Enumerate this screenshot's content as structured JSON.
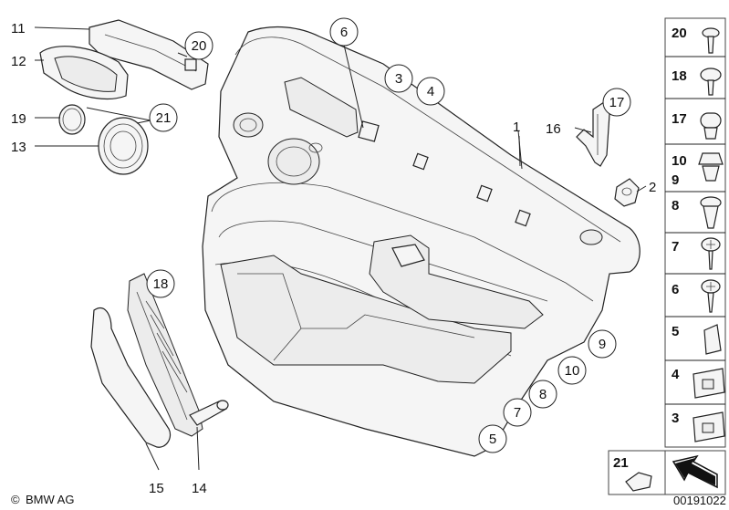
{
  "labels": {
    "l1": "1",
    "l2": "2",
    "l3": "3",
    "l4": "4",
    "l5": "5",
    "l6": "6",
    "l7": "7",
    "l8": "8",
    "l9": "9",
    "l10": "10",
    "l11": "11",
    "l12": "12",
    "l13": "13",
    "l14": "14",
    "l15": "15",
    "l16": "16",
    "l17": "17",
    "l18": "18",
    "l19": "19",
    "l20": "20",
    "l21": "21"
  },
  "side_panel": {
    "items": [
      "20",
      "18",
      "17",
      "10",
      "9",
      "8",
      "7",
      "6",
      "5",
      "4",
      "3"
    ]
  },
  "inset_label": "21",
  "footer": {
    "brand": "BMW AG",
    "copyright_symbol": "©",
    "code": "00191022"
  }
}
